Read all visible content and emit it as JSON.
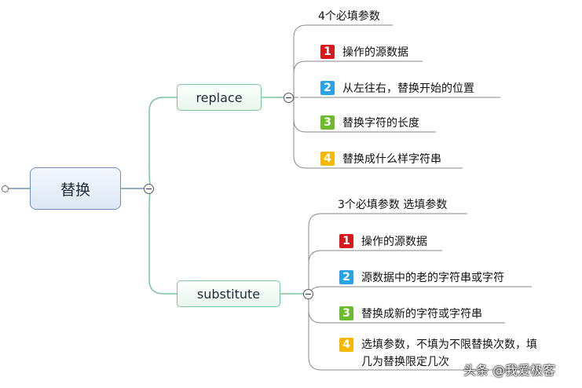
{
  "root": {
    "label": "替换"
  },
  "branches": [
    {
      "label": "replace",
      "header": "4个必填参数",
      "items": [
        {
          "num": "1",
          "text": "操作的源数据"
        },
        {
          "num": "2",
          "text": "从左往右，替换开始的位置"
        },
        {
          "num": "3",
          "text": "替换字符的长度"
        },
        {
          "num": "4",
          "text": "替换成什么样字符串"
        }
      ]
    },
    {
      "label": "substitute",
      "header": "3个必填参数 选填参数",
      "items": [
        {
          "num": "1",
          "text": "操作的源数据"
        },
        {
          "num": "2",
          "text": "源数据中的老的字符串或字符"
        },
        {
          "num": "3",
          "text": "替换成新的字符或字符串"
        },
        {
          "num": "4",
          "text": "选填参数，不填为不限替换次数，填几为替换限定几次"
        }
      ]
    }
  ],
  "colors": {
    "connector_root": "#6f90b8",
    "connector_branch": "#7cc49a",
    "leaf_line": "#8a8a8a",
    "badge_1": "#d8191c",
    "badge_2": "#2aa3e6",
    "badge_3": "#6bbb2c",
    "badge_4": "#f5b700"
  },
  "watermark": "头条 @我爱极客"
}
